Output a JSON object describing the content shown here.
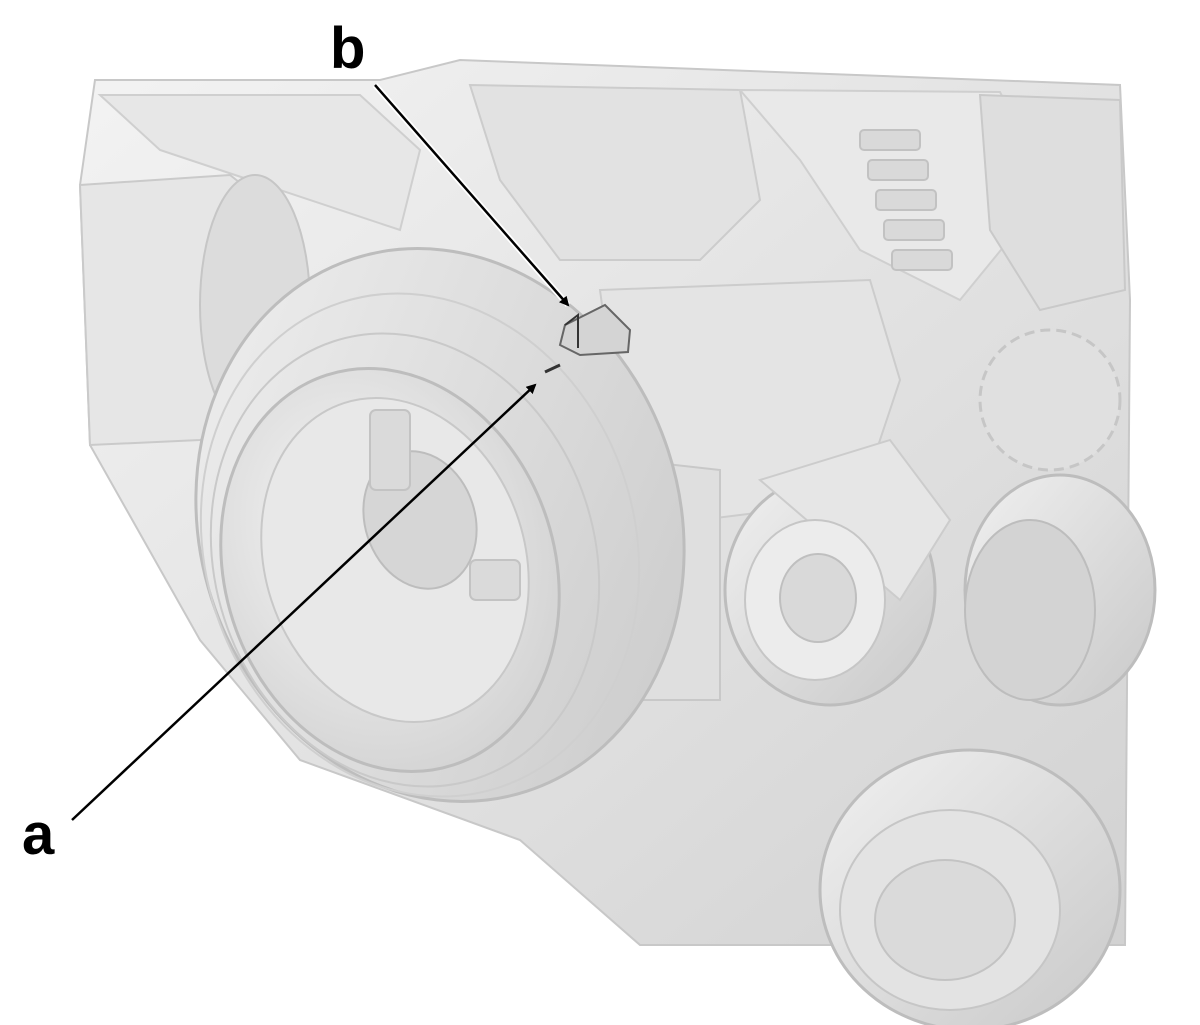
{
  "callouts": [
    {
      "id": "a",
      "label": "a"
    },
    {
      "id": "b",
      "label": "b"
    }
  ],
  "colors": {
    "background": "#ffffff",
    "part_light": "#ececec",
    "part_mid": "#d7d7d7",
    "part_shadow": "#b9b9b9",
    "line": "#000000"
  }
}
